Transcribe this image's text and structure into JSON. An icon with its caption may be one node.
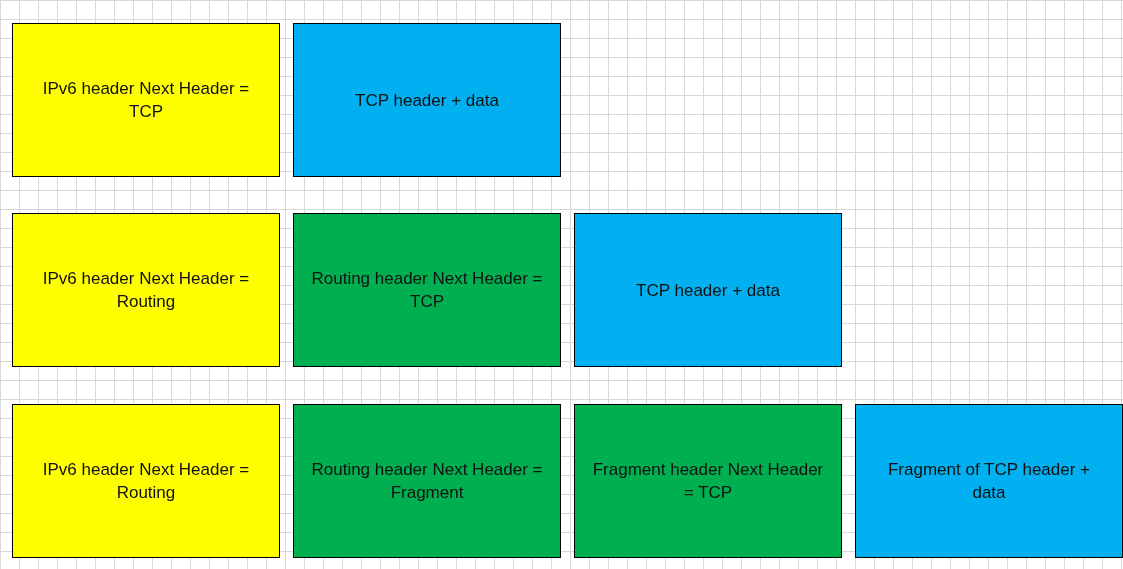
{
  "diagram": {
    "nodes": [
      {
        "text": [
          "IPv6 header Next Header = TCP"
        ]
      },
      {
        "text": [
          "TCP header + data"
        ]
      },
      {
        "text": [
          "IPv6 header Next Header = Routing"
        ]
      },
      {
        "text": [
          "Routing header Next Header = TCP"
        ]
      },
      {
        "text": [
          "TCP header + data"
        ]
      },
      {
        "text": [
          "IPv6 header Next Header = Routing"
        ]
      },
      {
        "text": [
          "Routing header Next Header = Fragment"
        ]
      },
      {
        "text": [
          "Fragment header Next Header = TCP"
        ]
      },
      {
        "text": [
          "Fragment of TCP header + data"
        ]
      }
    ]
  }
}
